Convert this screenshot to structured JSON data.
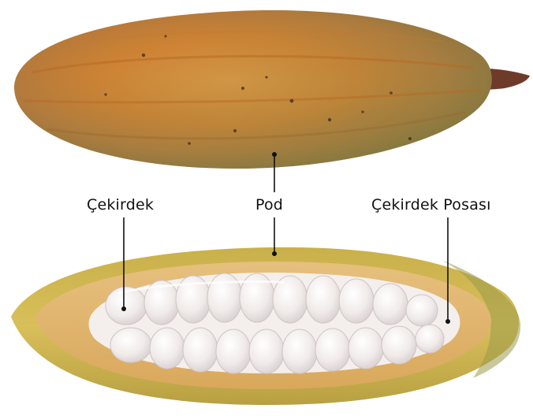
{
  "labels": {
    "bean": "Çekirdek",
    "pod": "Pod",
    "pulp": "Çekirdek Posası"
  },
  "colors": {
    "pod_orange": "#d9812f",
    "pod_green": "#8a8a4a",
    "rind_yellow": "#d2b84a",
    "rind_inner": "#e9c88a",
    "bean_white": "#f1ebea",
    "leader_line": "#111111"
  }
}
